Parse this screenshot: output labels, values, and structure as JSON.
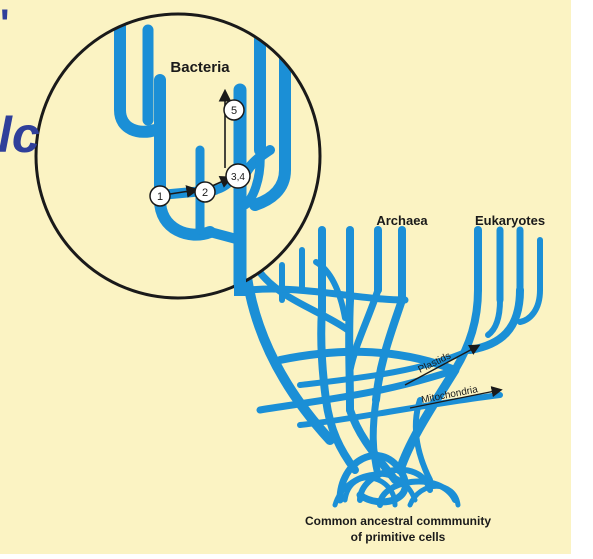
{
  "labels": {
    "bacteria": "Bacteria",
    "archaea": "Archaea",
    "eukaryotes": "Eukaryotes",
    "plastids": "Plastids",
    "mitochondria": "Mitochondria",
    "common_line1": "Common ancestral commmunity",
    "common_line2": "of primitive cells"
  },
  "steps": [
    "1",
    "2",
    "3,4",
    "5"
  ],
  "fragments": {
    "top_left": "'",
    "mid_left": "lc"
  },
  "colors": {
    "background": "#fbf3c3",
    "branch": "#1b8fd6",
    "text": "#1a1a1a",
    "fragment": "#2f3f9a"
  }
}
